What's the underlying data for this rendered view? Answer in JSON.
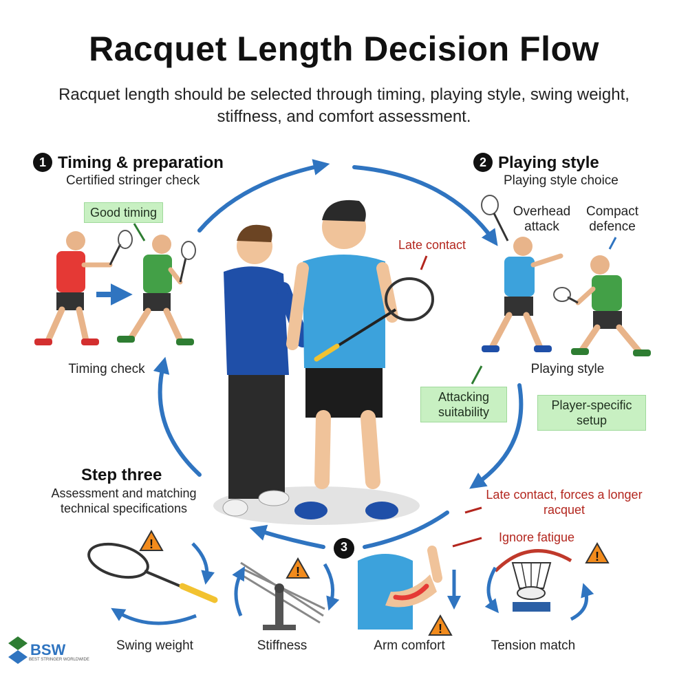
{
  "title": "Racquet Length Decision Flow",
  "subtitle": "Racquet length should be selected through timing, playing style, swing weight, stiffness, and comfort assessment.",
  "step1": {
    "number": "1",
    "title": "Timing & preparation",
    "subtitle": "Certified stringer check",
    "tag": "Good timing",
    "caption": "Timing check"
  },
  "step2": {
    "number": "2",
    "title": "Playing style",
    "subtitle": "Playing style choice",
    "label_left": "Overhead attack",
    "label_right": "Compact defence",
    "caption": "Playing style",
    "tag_left": "Attacking suitability",
    "tag_right": "Player-specific setup"
  },
  "step3": {
    "number": "3",
    "title": "Step three",
    "subtitle": "Assessment and matching technical specifications"
  },
  "center": {
    "warning": "Late contact"
  },
  "warnings": {
    "late_longer": "Late contact, forces a longer racquet",
    "fatigue": "Ignore fatigue"
  },
  "bottom_items": [
    "Swing weight",
    "Stiffness",
    "Arm comfort",
    "Tension match"
  ],
  "logo": {
    "text": "BSW",
    "tagline": "BEST STRINGER WORLDWIDE"
  },
  "colors": {
    "arrow": "#2f74c0",
    "green_tag": "#c8f0c2",
    "warning_red": "#b3261e",
    "warning_triangle": "#f28b1c",
    "player_red": "#e53935",
    "player_green": "#43a047",
    "coach_blue": "#1f4fa8",
    "player_blue": "#3ca2dc"
  }
}
